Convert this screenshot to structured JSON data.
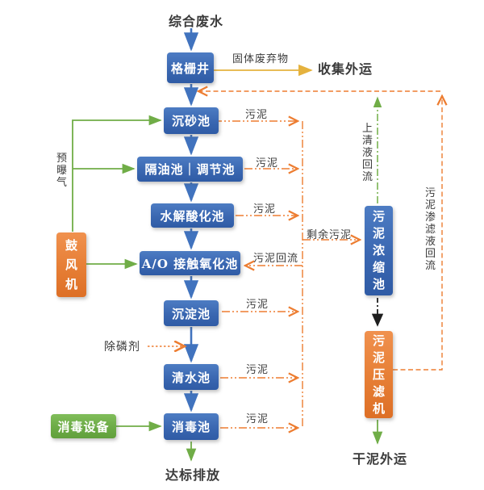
{
  "colors": {
    "box_blue": "#3a67b1",
    "box_orange": "#e67e35",
    "box_green": "#6cab46",
    "arrow_blue": "#4173be",
    "arrow_green": "#70ad47",
    "arrow_yellow": "#e5b23e",
    "line_orange": "#ed7d31",
    "arrow_black": "#1f1f1f",
    "text": "#3a3a3a"
  },
  "nodes": {
    "grid_well": {
      "label": "格栅井"
    },
    "grit_chamber": {
      "label": "沉砂池"
    },
    "oil_separation_regulation": {
      "label": "隔油池｜调节池"
    },
    "hydrolysis_acidification": {
      "label": "水解酸化池"
    },
    "ao_contact_oxidation": {
      "label": "A/O 接触氧化池"
    },
    "sedimentation_tank": {
      "label": "沉淀池"
    },
    "clear_water_tank": {
      "label": "清水池"
    },
    "disinfection_tank": {
      "label": "消毒池"
    },
    "disinfection_equipment": {
      "label": "消毒设备"
    },
    "blower": {
      "label": "鼓风机"
    },
    "sludge_thickening_tank": {
      "label": "污泥浓缩池"
    },
    "sludge_filter_press": {
      "label": "污泥压滤机"
    }
  },
  "labels": {
    "influent": "综合废水",
    "solid_waste": "固体废弃物",
    "collect_transport": "收集外运",
    "sludge": "污泥",
    "excess_sludge": "剩余污泥",
    "sludge_return": "污泥回流",
    "supernatant_return": "上清液回流",
    "leachate_return": "污泥渗滤液回流",
    "pre_aeration": "预曝气",
    "phosphorus_agent": "除磷剂",
    "discharge": "达标排放",
    "dry_sludge_transport": "干泥外运"
  },
  "edges": [
    {
      "from": "综合废水",
      "to": "格栅井",
      "style": "solid-blue"
    },
    {
      "from": "格栅井",
      "to": "收集外运",
      "label": "固体废弃物",
      "style": "solid-yellow"
    },
    {
      "from": "格栅井",
      "to": "沉砂池",
      "style": "solid-blue"
    },
    {
      "from": "沉砂池",
      "to": "隔油池｜调节池",
      "style": "solid-blue"
    },
    {
      "from": "隔油池｜调节池",
      "to": "水解酸化池",
      "style": "solid-blue"
    },
    {
      "from": "水解酸化池",
      "to": "A/O 接触氧化池",
      "style": "solid-blue"
    },
    {
      "from": "A/O 接触氧化池",
      "to": "沉淀池",
      "style": "solid-blue"
    },
    {
      "from": "沉淀池",
      "to": "清水池",
      "style": "solid-blue"
    },
    {
      "from": "清水池",
      "to": "消毒池",
      "style": "solid-blue"
    },
    {
      "from": "消毒池",
      "to": "达标排放",
      "style": "solid-green"
    },
    {
      "from": "鼓风机",
      "to": "沉砂池",
      "label": "预曝气",
      "style": "solid-green"
    },
    {
      "from": "鼓风机",
      "to": "隔油池｜调节池",
      "label": "预曝气",
      "style": "solid-green"
    },
    {
      "from": "鼓风机",
      "to": "A/O 接触氧化池",
      "style": "solid-green"
    },
    {
      "from": "消毒设备",
      "to": "消毒池",
      "style": "solid-green"
    },
    {
      "from": "除磷剂",
      "to": "沉淀池-清水池管线",
      "style": "dotted-orange"
    },
    {
      "from": "沉砂池",
      "to": "污泥收集管",
      "label": "污泥",
      "style": "dashdot-orange"
    },
    {
      "from": "隔油池｜调节池",
      "to": "污泥收集管",
      "label": "污泥",
      "style": "dashdot-orange"
    },
    {
      "from": "水解酸化池",
      "to": "污泥收集管",
      "label": "污泥",
      "style": "dashdot-orange"
    },
    {
      "from": "沉淀池",
      "to": "污泥收集管",
      "label": "污泥",
      "style": "dashdot-orange"
    },
    {
      "from": "清水池",
      "to": "污泥收集管",
      "label": "污泥",
      "style": "dashdot-orange"
    },
    {
      "from": "消毒池",
      "to": "污泥收集管",
      "label": "污泥",
      "style": "dashdot-orange"
    },
    {
      "from": "污泥收集管",
      "to": "污泥浓缩池",
      "label": "剩余污泥",
      "style": "dashdot-orange"
    },
    {
      "from": "污泥收集管",
      "to": "A/O 接触氧化池",
      "label": "污泥回流",
      "style": "dashdot-orange"
    },
    {
      "from": "污泥浓缩池",
      "to": "污泥压滤机",
      "style": "dashdot-black"
    },
    {
      "from": "污泥浓缩池",
      "to": "格栅井-沉砂池管线",
      "label": "上清液回流",
      "style": "dashdot-green"
    },
    {
      "from": "污泥压滤机",
      "to": "格栅井-沉砂池管线",
      "label": "污泥渗滤液回流",
      "style": "dashed-orange"
    },
    {
      "from": "污泥压滤机",
      "to": "干泥外运",
      "style": "solid-green"
    }
  ]
}
